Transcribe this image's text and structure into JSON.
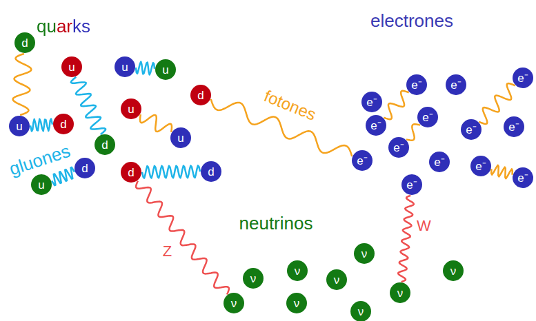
{
  "diagram": {
    "nodes": [
      {
        "text": [
          "d"
        ]
      },
      {
        "text": [
          "u"
        ]
      },
      {
        "text": [
          "u"
        ]
      },
      {
        "text": [
          "u"
        ]
      },
      {
        "text": [
          "d"
        ]
      },
      {
        "text": [
          "u"
        ]
      },
      {
        "text": [
          "u"
        ]
      },
      {
        "text": [
          "d"
        ]
      },
      {
        "text": [
          "d"
        ]
      },
      {
        "text": [
          "u"
        ]
      },
      {
        "text": [
          "d"
        ]
      },
      {
        "text": [
          "u"
        ]
      },
      {
        "text": [
          "d"
        ]
      },
      {
        "text": [
          "d"
        ]
      },
      {
        "text": [
          "e⁻"
        ]
      },
      {
        "text": [
          "e⁻"
        ]
      },
      {
        "text": [
          "e⁻"
        ]
      },
      {
        "text": [
          "e⁻"
        ]
      },
      {
        "text": [
          "e⁻"
        ]
      },
      {
        "text": [
          "e⁻"
        ]
      },
      {
        "text": [
          "e⁻"
        ]
      },
      {
        "text": [
          "e⁻"
        ]
      },
      {
        "text": [
          "e⁻"
        ]
      },
      {
        "text": [
          "e⁻"
        ]
      },
      {
        "text": [
          "e⁻"
        ]
      },
      {
        "text": [
          "e⁻"
        ]
      },
      {
        "text": [
          "e⁻"
        ]
      },
      {
        "text": [
          "e⁻"
        ]
      },
      {
        "text": [
          "ν"
        ]
      },
      {
        "text": [
          "ν"
        ]
      },
      {
        "text": [
          "ν"
        ]
      },
      {
        "text": [
          "ν"
        ]
      },
      {
        "text": [
          "ν"
        ]
      },
      {
        "text": [
          "ν"
        ]
      },
      {
        "text": [
          "ν"
        ]
      },
      {
        "text": [
          "ν"
        ]
      },
      {
        "text": [
          "ν"
        ]
      }
    ],
    "edges": [
      {
        "from": 12,
        "to": 34,
        "arrow": "none",
        "label": "Z"
      },
      {
        "from": 27,
        "to": 33,
        "arrow": "none",
        "label": "W"
      },
      {
        "from": 4,
        "to": 23,
        "arrow": "none",
        "label": "fotones"
      },
      {
        "from": 2,
        "to": 3,
        "arrow": "none"
      },
      {
        "from": 1,
        "to": 8,
        "arrow": "none"
      },
      {
        "from": 6,
        "to": 7,
        "arrow": "none"
      },
      {
        "from": 11,
        "to": 10,
        "arrow": "none"
      },
      {
        "from": 12,
        "to": 13,
        "arrow": "none"
      },
      {
        "from": 0,
        "to": 6,
        "arrow": "none"
      },
      {
        "from": 5,
        "to": 9,
        "arrow": "none"
      },
      {
        "from": 15,
        "to": 18,
        "arrow": "none"
      },
      {
        "from": 19,
        "to": 22,
        "arrow": "none"
      },
      {
        "from": 20,
        "to": 17,
        "arrow": "none"
      },
      {
        "from": 25,
        "to": 26,
        "arrow": "none"
      }
    ],
    "labels": [
      "quarks",
      "electrones",
      "neutrinos",
      "gluones"
    ]
  }
}
